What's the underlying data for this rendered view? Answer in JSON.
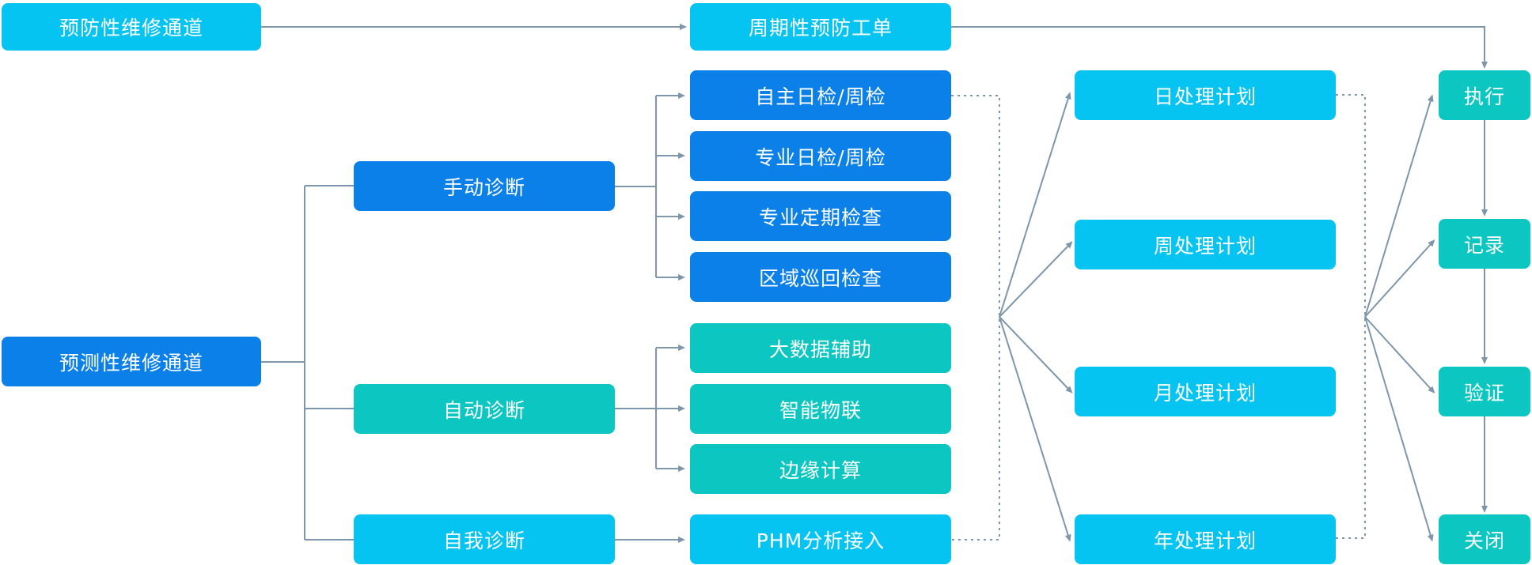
{
  "colors": {
    "cyan": "#06c4f1",
    "blue": "#0b80e9",
    "teal": "#0cc6c1",
    "line": "#7e96ab",
    "text": "#ffffff",
    "bg": "#ffffff"
  },
  "nodes": {
    "prevention_channel": "预防性维修通道",
    "periodic_order": "周期性预防工单",
    "predictive_channel": "预测性维修通道",
    "manual_diagnosis": "手动诊断",
    "auto_diagnosis": "自动诊断",
    "self_diagnosis": "自我诊断",
    "self_daily_check": "自主日检/周检",
    "pro_daily_check": "专业日检/周检",
    "pro_periodic_check": "专业定期检查",
    "area_patrol_check": "区域巡回检查",
    "big_data_assist": "大数据辅助",
    "smart_iot": "智能物联",
    "edge_computing": "边缘计算",
    "phm_access": "PHM分析接入",
    "day_plan": "日处理计划",
    "week_plan": "周处理计划",
    "month_plan": "月处理计划",
    "year_plan": "年处理计划",
    "execute": "执行",
    "record": "记录",
    "verify": "验证",
    "close": "关闭"
  }
}
